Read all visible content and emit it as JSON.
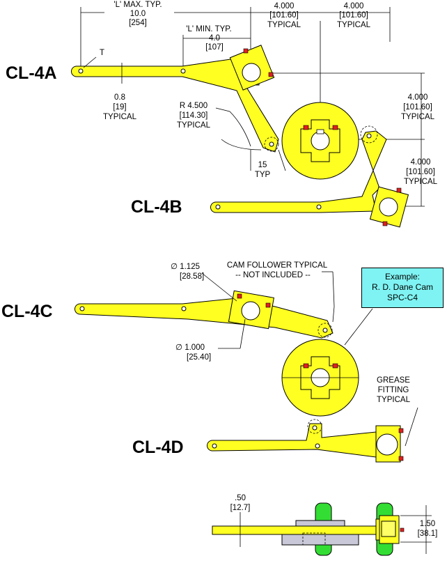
{
  "labels": {
    "cl4a": "CL-4A",
    "cl4b": "CL-4B",
    "cl4c": "CL-4C",
    "cl4d": "CL-4D"
  },
  "dims": {
    "l_max_1": "'L' MAX. TYP.",
    "l_max_2": "10.0",
    "l_max_3": "[254]",
    "l_min_1": "'L' MIN. TYP.",
    "l_min_2": "4.0",
    "l_min_3": "[107]",
    "t": "T",
    "thick_1": "0.8",
    "thick_2": "[19]",
    "thick_3": "TYPICAL",
    "radius_1": "R 4.500",
    "radius_2": "[114.30]",
    "radius_3": "TYPICAL",
    "angle_1": "15",
    "angle_2": "TYP",
    "top_a_1": "4.000",
    "top_a_2": "[101.60]",
    "top_a_3": "TYPICAL",
    "top_b_1": "4.000",
    "top_b_2": "[101.60]",
    "top_b_3": "TYPICAL",
    "right_a_1": "4.000",
    "right_a_2": "[101.60]",
    "right_a_3": "TYPICAL",
    "right_b_1": "4.000",
    "right_b_2": "[101.60]",
    "right_b_3": "TYPICAL",
    "dia_large_1": "∅ 1.125",
    "dia_large_2": "[28.58]",
    "cam_follower_1": "CAM FOLLOWER TYPICAL",
    "cam_follower_2": "-- NOT INCLUDED --",
    "dia_small_1": "∅  1.000",
    "dia_small_2": "[25.40]",
    "grease_1": "GREASE",
    "grease_2": "FITTING",
    "grease_3": "TYPICAL",
    "bottom_left_1": ".50",
    "bottom_left_2": "[12.7]",
    "bottom_right_1": "1.50",
    "bottom_right_2": "[38.1]"
  },
  "example": {
    "line1": "Example:",
    "line2": "R. D. Dane Cam",
    "line3": "SPC-C4"
  }
}
